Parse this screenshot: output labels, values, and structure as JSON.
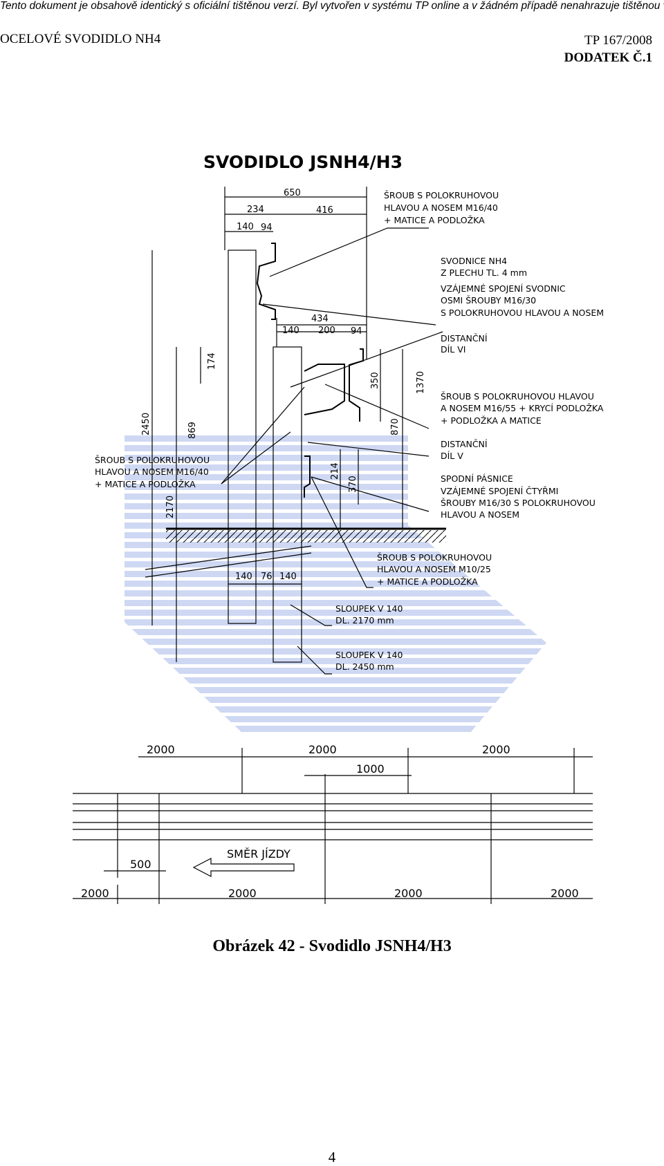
{
  "notice": "Tento dokument je obsahově identický s oficiální tištěnou verzí. Byl vytvořen v systému TP online a v žádném případě nenahrazuje tištěnou verzi.",
  "header": {
    "left": "OCELOVÉ SVODIDLO NH4",
    "right_top": "TP 167/2008",
    "right_bottom": "DODATEK Č.1"
  },
  "drawing": {
    "title": "SVODIDLO JSNH4/H3",
    "dims": {
      "d650": "650",
      "d234": "234",
      "d416": "416",
      "d140a": "140",
      "d94a": "94",
      "d434": "434",
      "d140b": "140",
      "d200": "200",
      "d94b": "94",
      "d174": "174",
      "d2450": "2450",
      "d869": "869",
      "d2170": "2170",
      "d350": "350",
      "d1370": "1370",
      "d870": "870",
      "d214": "214",
      "d370": "370",
      "d140c": "140",
      "d76": "76",
      "d140d": "140"
    },
    "labels": {
      "bolt_top": [
        "ŠROUB S POLOKRUHOVOU",
        "HLAVOU A NOSEM M16/40",
        "+ MATICE A PODLOŽKA"
      ],
      "rail": [
        "SVODNICE NH4",
        "Z PLECHU TL. 4 mm"
      ],
      "rail_joint": [
        "VZÁJEMNÉ SPOJENÍ SVODNIC",
        "OSMI ŠROUBY M16/30",
        "S POLOKRUHOVOU HLAVOU A NOSEM"
      ],
      "spacer_vi": [
        "DISTANČNÍ",
        "DÍL VI"
      ],
      "bolt_m16_55": [
        "ŠROUB S POLOKRUHOVOU HLAVOU",
        "A NOSEM M16/55 + KRYCÍ PODLOŽKA",
        "+ PODLOŽKA A MATICE"
      ],
      "spacer_v": [
        "DISTANČNÍ",
        "DÍL V"
      ],
      "lower_belt": [
        "SPODNÍ PÁSNICE",
        "VZÁJEMNÉ SPOJENÍ ČTYŘMI",
        "ŠROUBY M16/30 S POLOKRUHOVOU",
        "HLAVOU A NOSEM"
      ],
      "bolt_left": [
        "ŠROUB S POLOKRUHOVOU",
        "HLAVOU A NOSEM M16/40",
        "+ MATICE A PODLOŽKA"
      ],
      "bolt_m10": [
        "ŠROUB S POLOKRUHOVOU",
        "HLAVOU A NOSEM M10/25",
        "+ MATICE A PODLOŽKA"
      ],
      "post_2170": [
        "SLOUPEK V 140",
        "DL. 2170 mm"
      ],
      "post_2450": [
        "SLOUPEK V 140",
        "DL. 2450 mm"
      ]
    },
    "plan": {
      "top_dims": [
        "2000",
        "2000",
        "2000"
      ],
      "d1000": "1000",
      "d500": "500",
      "direction": "SMĚR JÍZDY",
      "bottom_dims": [
        "2000",
        "2000",
        "2000",
        "2000"
      ]
    }
  },
  "caption": "Obrázek 42 - Svodidlo JSNH4/H3",
  "page_number": "4"
}
